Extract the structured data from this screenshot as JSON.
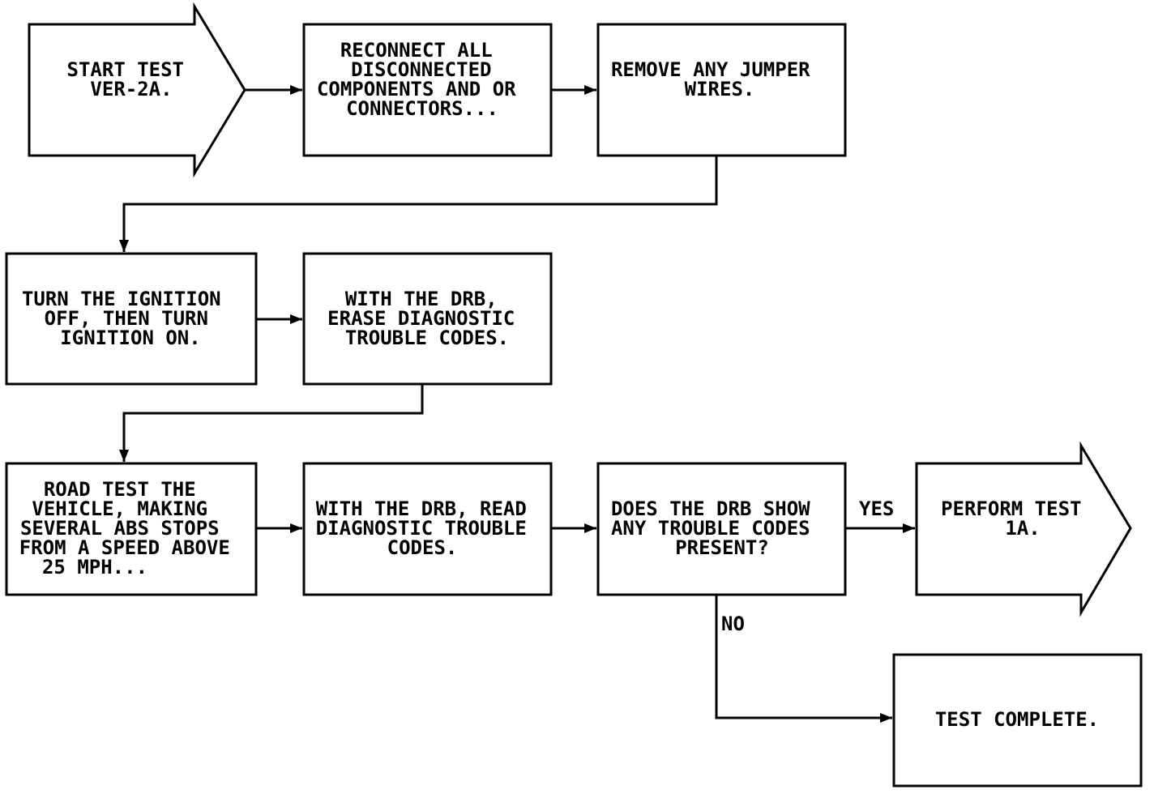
{
  "nodes": {
    "start": {
      "lines": [
        "START TEST",
        "VER-2A."
      ]
    },
    "reconnect": {
      "lines": [
        "RECONNECT ALL",
        "DISCONNECTED",
        "COMPONENTS AND OR",
        "CONNECTORS..."
      ]
    },
    "remove_jumpers": {
      "lines": [
        "REMOVE ANY JUMPER",
        "WIRES."
      ]
    },
    "ignition": {
      "lines": [
        "TURN THE IGNITION",
        "OFF, THEN TURN",
        "IGNITION ON."
      ]
    },
    "erase_codes": {
      "lines": [
        "WITH THE DRB,",
        "ERASE DIAGNOSTIC",
        "TROUBLE CODES."
      ]
    },
    "road_test": {
      "lines": [
        "ROAD TEST THE",
        "VEHICLE, MAKING",
        "SEVERAL ABS STOPS",
        "FROM A SPEED ABOVE",
        "25 MPH..."
      ]
    },
    "read_codes": {
      "lines": [
        "WITH THE DRB, READ",
        "DIAGNOSTIC TROUBLE",
        "CODES."
      ]
    },
    "decision": {
      "lines": [
        "DOES THE DRB SHOW",
        "ANY TROUBLE CODES",
        "PRESENT?"
      ]
    },
    "perform_test": {
      "lines": [
        "PERFORM TEST",
        "1A."
      ]
    },
    "test_complete": {
      "lines": [
        "TEST COMPLETE."
      ]
    }
  },
  "edge_labels": {
    "yes": "YES",
    "no": "NO"
  }
}
